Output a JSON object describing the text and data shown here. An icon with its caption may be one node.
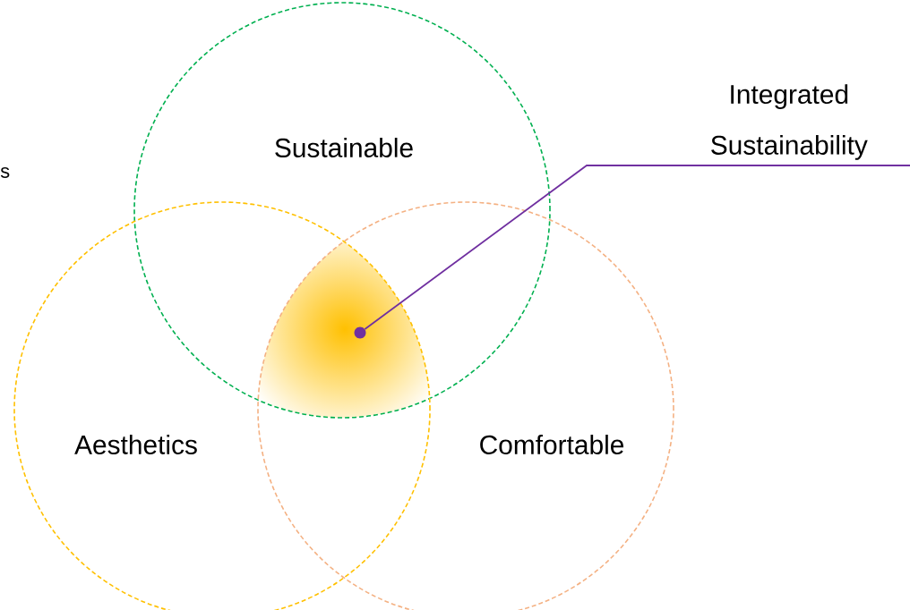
{
  "diagram": {
    "nodes": [
      {
        "text": [
          "Sustainable"
        ]
      },
      {
        "text": [
          "Aesthetics"
        ]
      },
      {
        "text": [
          "Comfortable"
        ]
      },
      {
        "text": [
          "Integrated Sustainability"
        ]
      },
      {
        "text": [],
        "shape": "circle"
      }
    ],
    "edges": [
      {
        "from": 3,
        "to": 4,
        "arrow": "none",
        "color": "#7030a0"
      }
    ],
    "labels": [
      "s"
    ]
  }
}
